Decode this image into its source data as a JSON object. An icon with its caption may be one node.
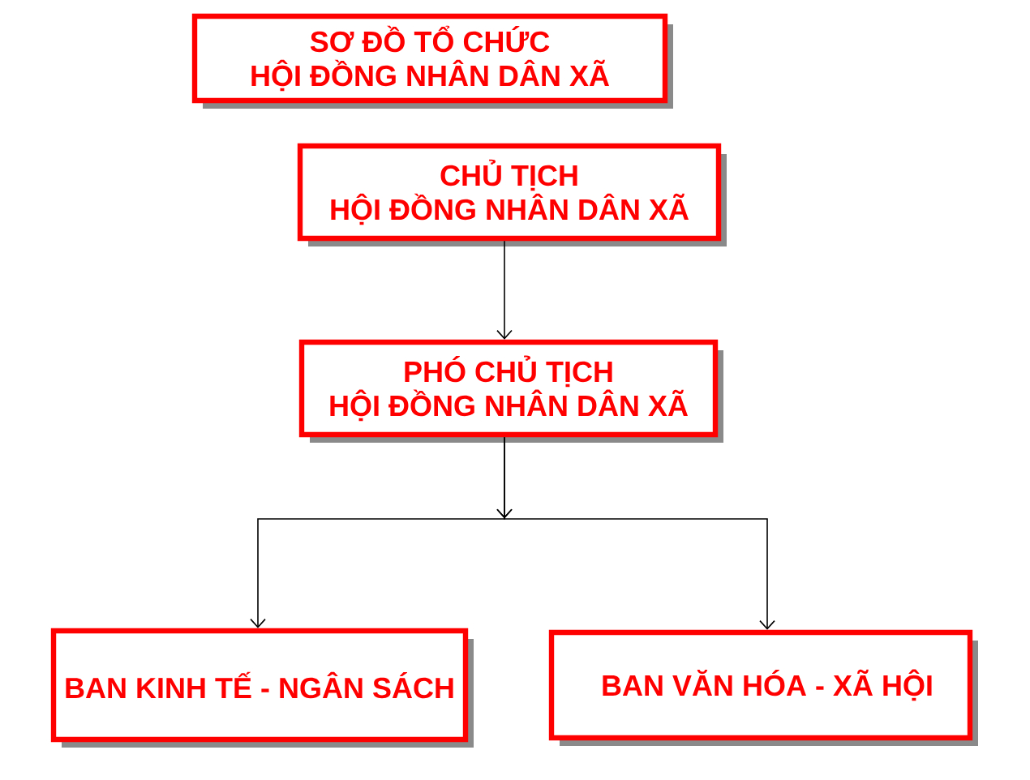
{
  "diagram": {
    "nodes": [
      {
        "text": [
          "SƠ ĐỒ TỔ CHỨC",
          "HỘI ĐỒNG NHÂN DÂN XÃ"
        ]
      },
      {
        "text": [
          "CHỦ TỊCH",
          "HỘI ĐỒNG NHÂN DÂN XÃ"
        ]
      },
      {
        "text": [
          "PHÓ CHỦ TỊCH",
          "HỘI ĐỒNG NHÂN DÂN XÃ"
        ]
      },
      {
        "text": [
          "BAN KINH TẾ - NGÂN SÁCH"
        ]
      },
      {
        "text": [
          "BAN VĂN HÓA - XÃ HỘI"
        ]
      }
    ],
    "edges": [
      {
        "from": 1,
        "to": 2,
        "arrow": "to"
      },
      {
        "from": 2,
        "to": 3,
        "arrow": "to"
      },
      {
        "from": 2,
        "to": 4,
        "arrow": "to"
      }
    ]
  }
}
